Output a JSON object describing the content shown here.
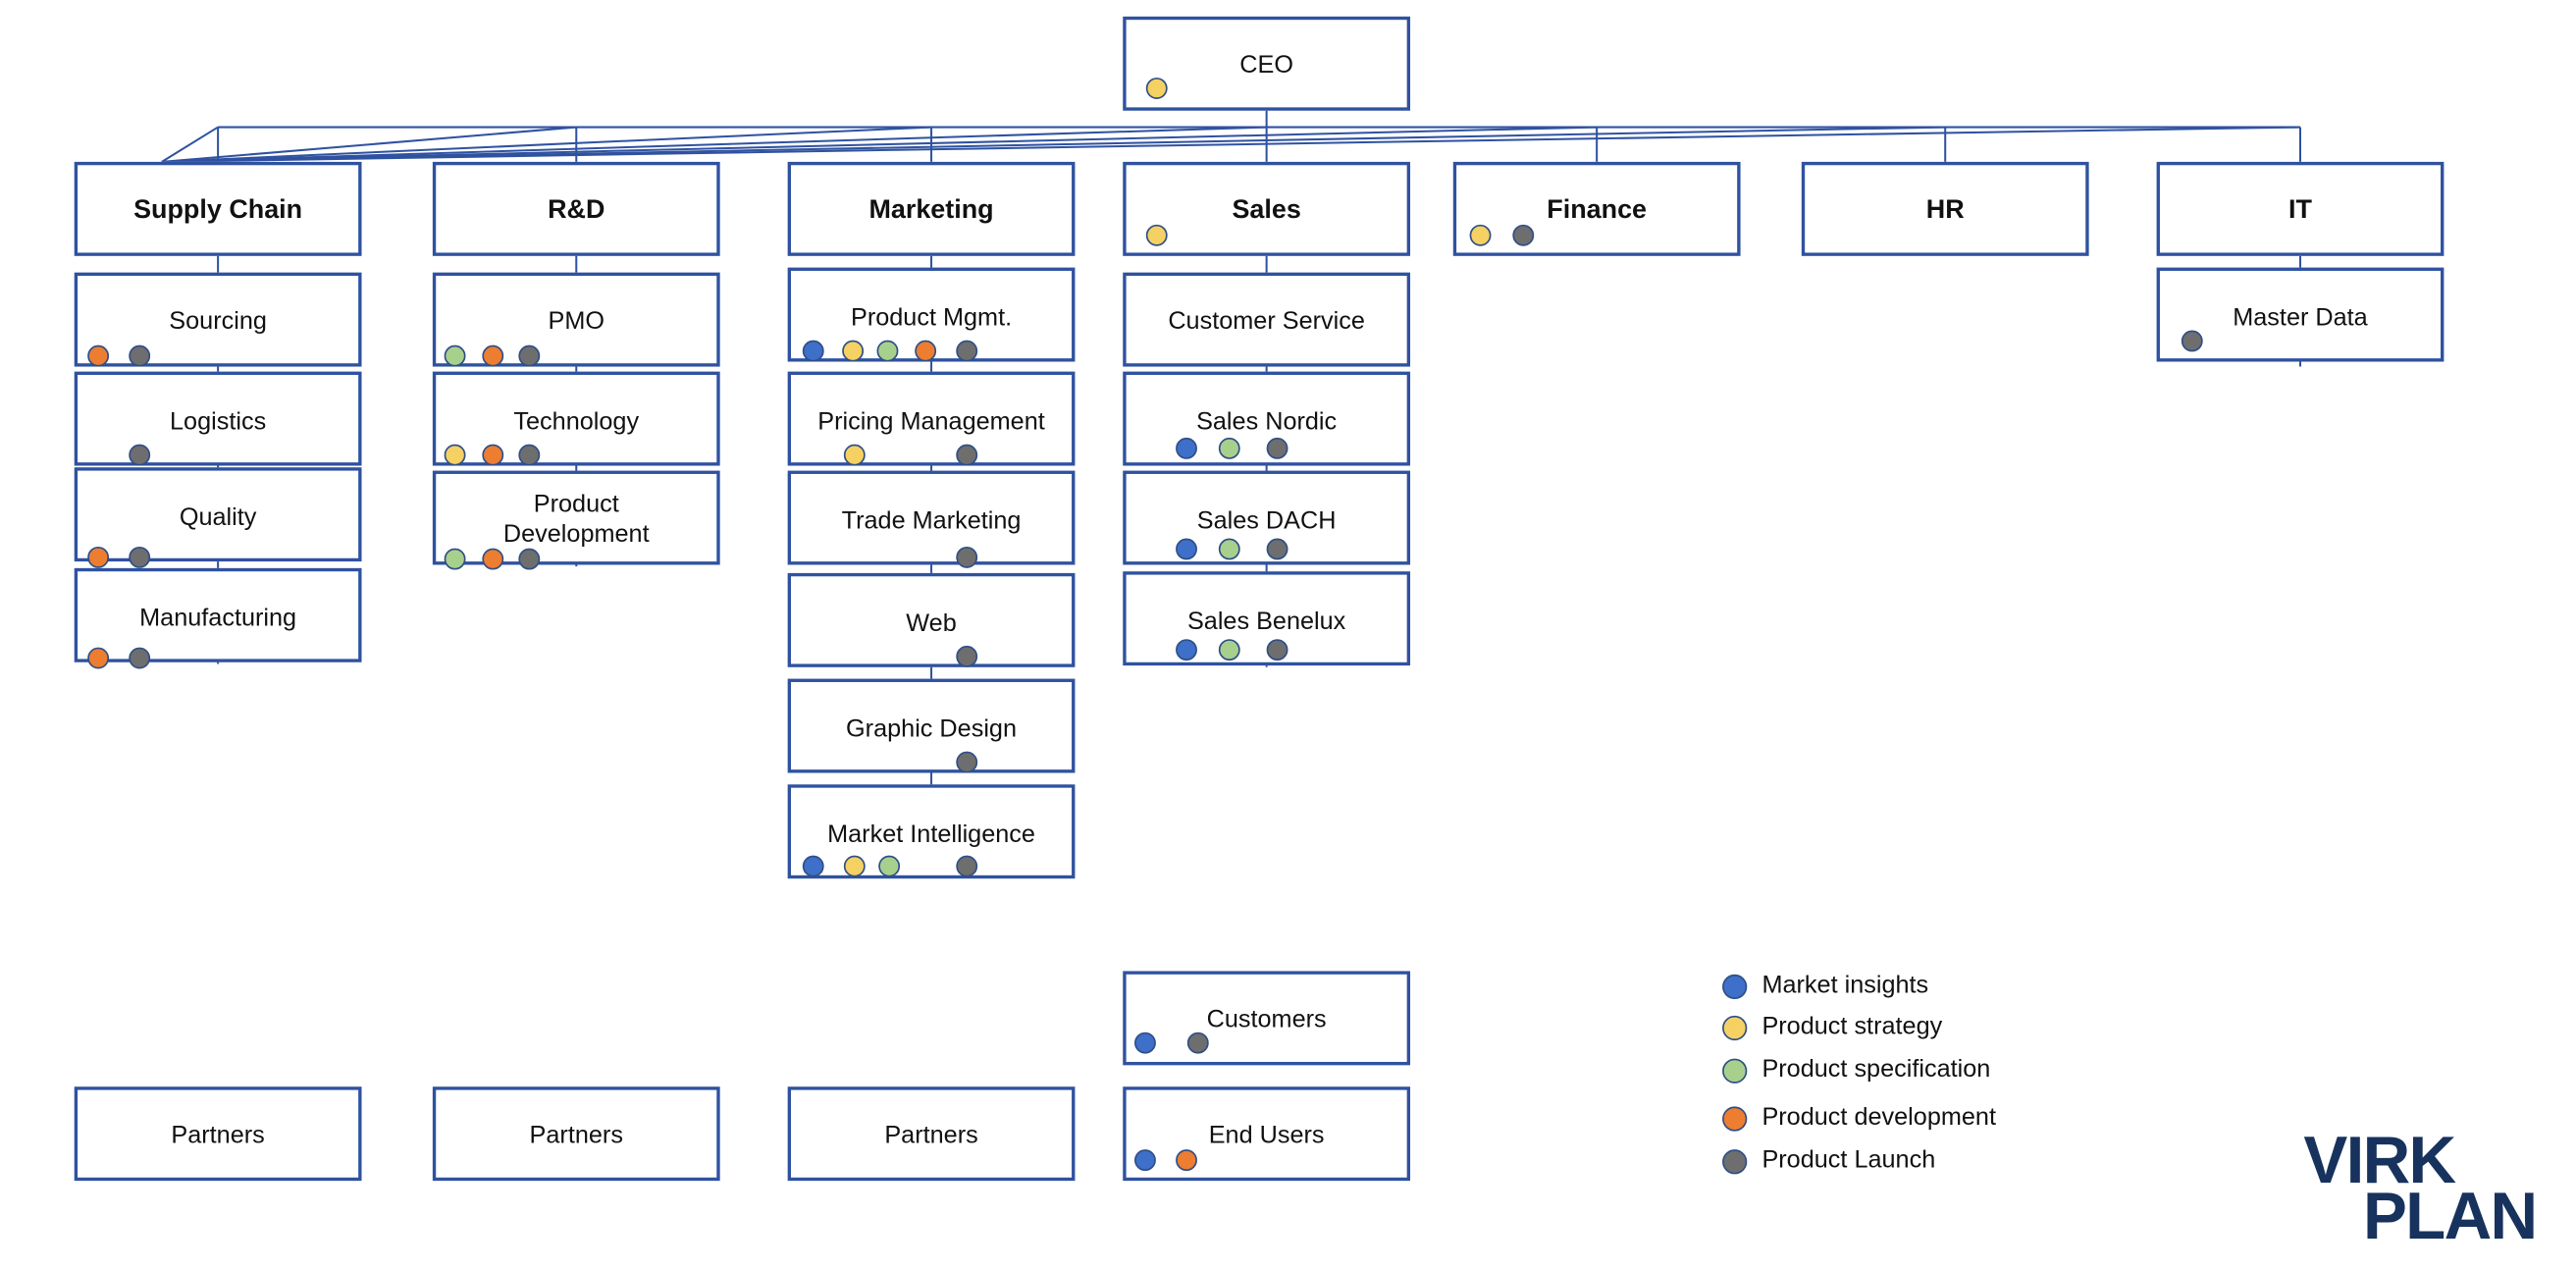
{
  "colors": {
    "border": "#2f52a0",
    "market_insights": "#3e6fc9",
    "product_strategy": "#f5d163",
    "product_specification": "#a8d08d",
    "product_development": "#ed7d31",
    "product_launch": "#6e6e6e",
    "logo": "#17325d"
  },
  "ceo": {
    "label": "CEO",
    "dots": [
      "strategy"
    ]
  },
  "departments": [
    {
      "label": "Supply Chain",
      "dots": []
    },
    {
      "label": "R&D",
      "dots": []
    },
    {
      "label": "Marketing",
      "dots": []
    },
    {
      "label": "Sales",
      "dots": [
        "strategy"
      ]
    },
    {
      "label": "Finance",
      "dots": [
        "strategy",
        "launch"
      ]
    },
    {
      "label": "HR",
      "dots": []
    },
    {
      "label": "IT",
      "dots": []
    }
  ],
  "units": [
    {
      "label": "Sourcing",
      "dots": [
        "development",
        "launch"
      ]
    },
    {
      "label": "Logistics",
      "dots": [
        "launch"
      ]
    },
    {
      "label": "Quality",
      "dots": [
        "development",
        "launch"
      ]
    },
    {
      "label": "Manufacturing",
      "dots": [
        "development",
        "launch"
      ]
    },
    {
      "label": "PMO",
      "dots": [
        "specification",
        "development",
        "launch"
      ]
    },
    {
      "label": "Technology",
      "dots": [
        "strategy",
        "development",
        "launch"
      ]
    },
    {
      "label": "Product Development",
      "dots": [
        "specification",
        "development",
        "launch"
      ]
    },
    {
      "label": "Product Mgmt.",
      "dots": [
        "insights",
        "strategy",
        "specification",
        "development",
        "launch"
      ]
    },
    {
      "label": "Pricing Management",
      "dots": [
        "strategy",
        "launch"
      ]
    },
    {
      "label": "Trade Marketing",
      "dots": [
        "launch"
      ]
    },
    {
      "label": "Web",
      "dots": [
        "launch"
      ]
    },
    {
      "label": "Graphic Design",
      "dots": [
        "launch"
      ]
    },
    {
      "label": "Market Intelligence",
      "dots": [
        "insights",
        "strategy",
        "specification",
        "launch"
      ]
    },
    {
      "label": "Customer Service",
      "dots": []
    },
    {
      "label": "Sales Nordic",
      "dots": [
        "insights",
        "specification",
        "launch"
      ]
    },
    {
      "label": "Sales DACH",
      "dots": [
        "insights",
        "specification",
        "launch"
      ]
    },
    {
      "label": "Sales Benelux",
      "dots": [
        "insights",
        "specification",
        "launch"
      ]
    },
    {
      "label": "Master Data",
      "dots": [
        "launch"
      ]
    }
  ],
  "externals": [
    {
      "label": "Partners",
      "dots": []
    },
    {
      "label": "Partners",
      "dots": []
    },
    {
      "label": "Partners",
      "dots": []
    },
    {
      "label": "Customers",
      "dots": [
        "insights",
        "launch"
      ]
    },
    {
      "label": "End Users",
      "dots": [
        "insights",
        "development"
      ]
    }
  ],
  "legend": [
    {
      "key": "insights",
      "label": "Market insights"
    },
    {
      "key": "strategy",
      "label": "Product strategy"
    },
    {
      "key": "specification",
      "label": "Product specification"
    },
    {
      "key": "development",
      "label": "Product development"
    },
    {
      "key": "launch",
      "label": "Product Launch"
    }
  ],
  "logo": {
    "line1": "VIRK",
    "line2": "PLAN"
  }
}
